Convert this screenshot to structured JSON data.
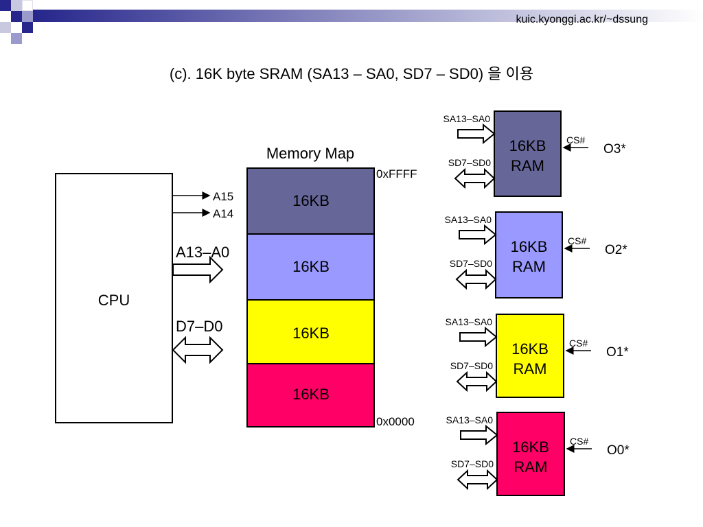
{
  "header": {
    "url": "kuic.kyonggi.ac.kr/~dssung"
  },
  "title": "(c). 16K byte SRAM (SA13 – SA0, SD7 – SD0) 을 이용",
  "cpu": {
    "label": "CPU",
    "address_lines": [
      "A15",
      "A14"
    ],
    "address_bus": "A13–A0",
    "data_bus": "D7–D0"
  },
  "memory_map": {
    "title": "Memory Map",
    "top_address": "0xFFFF",
    "bottom_address": "0x0000",
    "blocks": [
      {
        "label": "16KB",
        "color": "#666699"
      },
      {
        "label": "16KB",
        "color": "#9999ff"
      },
      {
        "label": "16KB",
        "color": "#ffff00"
      },
      {
        "label": "16KB",
        "color": "#ff0066"
      }
    ]
  },
  "rams": [
    {
      "line1": "16KB",
      "line2": "RAM",
      "color": "#666699",
      "addr": "SA13–SA0",
      "data": "SD7–SD0",
      "cs": "CS#",
      "select": "O3*"
    },
    {
      "line1": "16KB",
      "line2": "RAM",
      "color": "#9999ff",
      "addr": "SA13–SA0",
      "data": "SD7–SD0",
      "cs": "CS#",
      "select": "O2*"
    },
    {
      "line1": "16KB",
      "line2": "RAM",
      "color": "#ffff00",
      "addr": "SA13–SA0",
      "data": "SD7–SD0",
      "cs": "CS#",
      "select": "O1*"
    },
    {
      "line1": "16KB",
      "line2": "RAM",
      "color": "#ff0066",
      "addr": "SA13–SA0",
      "data": "SD7–SD0",
      "cs": "CS#",
      "select": "O0*"
    }
  ]
}
